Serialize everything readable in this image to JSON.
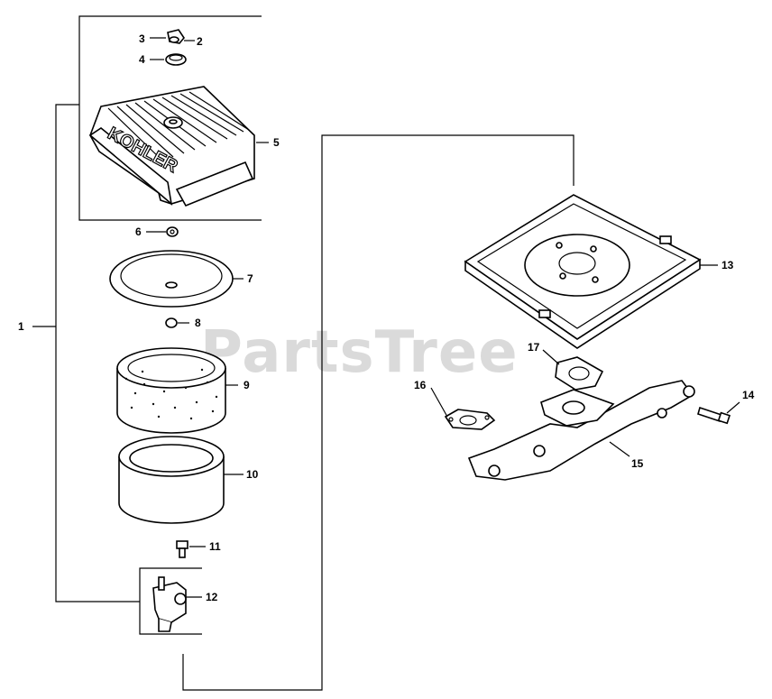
{
  "watermark": "PartsTree",
  "brand_text": "KOHLER",
  "callouts": [
    {
      "id": "c1",
      "label": "1"
    },
    {
      "id": "c2",
      "label": "2"
    },
    {
      "id": "c3",
      "label": "3"
    },
    {
      "id": "c4",
      "label": "4"
    },
    {
      "id": "c5",
      "label": "5"
    },
    {
      "id": "c6",
      "label": "6"
    },
    {
      "id": "c7",
      "label": "7"
    },
    {
      "id": "c8",
      "label": "8"
    },
    {
      "id": "c9",
      "label": "9"
    },
    {
      "id": "c10",
      "label": "10"
    },
    {
      "id": "c11",
      "label": "11"
    },
    {
      "id": "c12",
      "label": "12"
    },
    {
      "id": "c13",
      "label": "13"
    },
    {
      "id": "c14",
      "label": "14"
    },
    {
      "id": "c15",
      "label": "15"
    },
    {
      "id": "c16",
      "label": "16"
    },
    {
      "id": "c17",
      "label": "17"
    }
  ]
}
